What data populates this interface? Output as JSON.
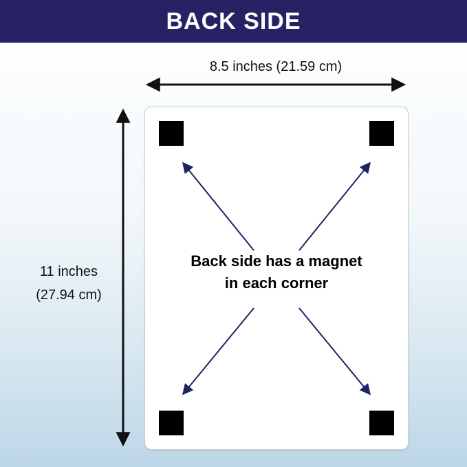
{
  "banner": {
    "title": "BACK SIDE",
    "bg_color": "#272263",
    "text_color": "#ffffff"
  },
  "dimensions": {
    "width_label": "8.5 inches (21.59 cm)",
    "height_label_line1": "11 inches",
    "height_label_line2": "(27.94 cm)",
    "arrow_color": "#111111"
  },
  "card": {
    "note_line1": "Back side has a magnet",
    "note_line2": "in each corner",
    "magnet_color": "#000000",
    "arrow_color": "#1e2361",
    "bg_color": "#ffffff"
  }
}
